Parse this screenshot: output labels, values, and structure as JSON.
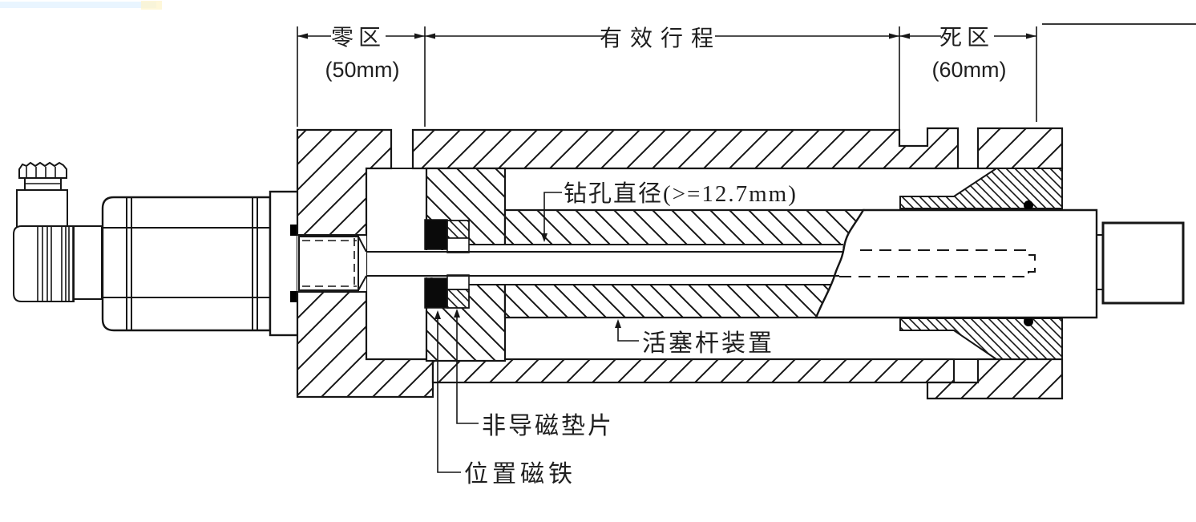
{
  "page": {
    "background": "#ffffff"
  },
  "diagram": {
    "dims": {
      "zero": {
        "label": "零区",
        "value": "(50mm)"
      },
      "stroke": {
        "label": "有效行程"
      },
      "dead": {
        "label": "死区",
        "value": "(60mm)"
      }
    },
    "callouts": {
      "bore": "钻孔直径(>=12.7mm)",
      "piston_rod": "活塞杆装置",
      "spacer": "非导磁垫片",
      "magnet": "位置磁铁"
    },
    "colors": {
      "line": "#161616",
      "magnet_fill": "#000000",
      "background": "#ffffff"
    }
  }
}
